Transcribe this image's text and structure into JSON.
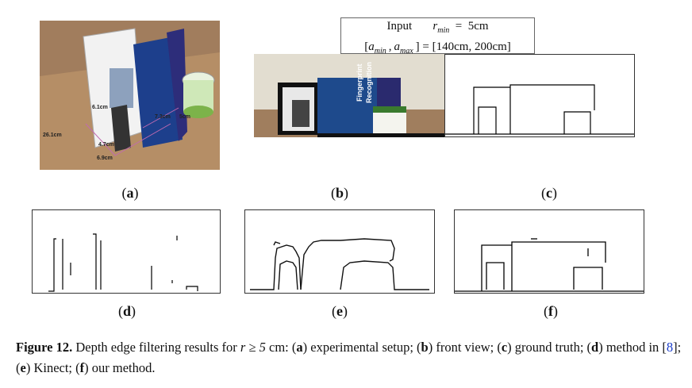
{
  "infobox": {
    "input_label": "Input",
    "rmin_var": "r",
    "rmin_sub": "min",
    "rmin_value": "5cm",
    "range_text": "[140cm, 200cm]",
    "amin_var": "a",
    "amin_sub": "min",
    "amax_var": "a",
    "amax_sub": "max"
  },
  "photo_a": {
    "dims": [
      "26.1cm",
      "6.1cm",
      "4.7cm",
      "6.9cm",
      "7.3cm",
      "5cm"
    ]
  },
  "photo_b": {
    "book_words": [
      "Fingerprint",
      "Recognition"
    ]
  },
  "labels": {
    "a": "a",
    "b": "b",
    "c": "c",
    "d": "d",
    "e": "e",
    "f": "f"
  },
  "caption": {
    "figure": "Figure 12.",
    "text1": " Depth edge filtering results for ",
    "math": "r ≥ 5",
    "text2": " cm: (",
    "a": "a",
    "a_text": ") experimental setup; (",
    "b": "b",
    "b_text": ") front view; (",
    "c": "c",
    "c_text": ") ground truth; (",
    "d": "d",
    "d_text": ") method in [",
    "ref": "8",
    "ref_close": "]; (",
    "e": "e",
    "e_text": ") Kinect; (",
    "f": "f",
    "f_text": ") our method."
  }
}
